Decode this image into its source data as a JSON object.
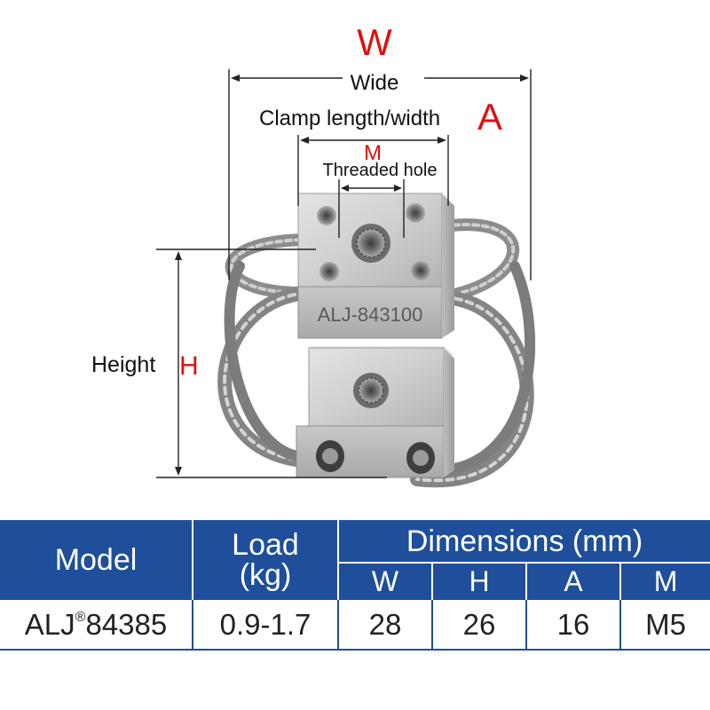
{
  "figure": {
    "dim_w_letter": "W",
    "dim_w_text": "Wide",
    "dim_a_text": "Clamp length/width",
    "dim_a_letter": "A",
    "dim_m_letter": "M",
    "dim_m_text": "Threaded hole",
    "dim_h_text": "Height",
    "dim_h_letter": "H",
    "engraving": "ALJ-843100",
    "letter_color": "#e01010"
  },
  "table": {
    "header": {
      "model": "Model",
      "load_line1": "Load",
      "load_line2": "(kg)",
      "dimensions": "Dimensions (mm)",
      "sub": [
        "W",
        "H",
        "A",
        "M"
      ]
    },
    "row": {
      "model_prefix": "ALJ",
      "model_mark": "®",
      "model_number": "84385",
      "load": "0.9-1.7",
      "w": "28",
      "h": "26",
      "a": "16",
      "m": "M5"
    },
    "header_color": "#1f4f9a"
  }
}
